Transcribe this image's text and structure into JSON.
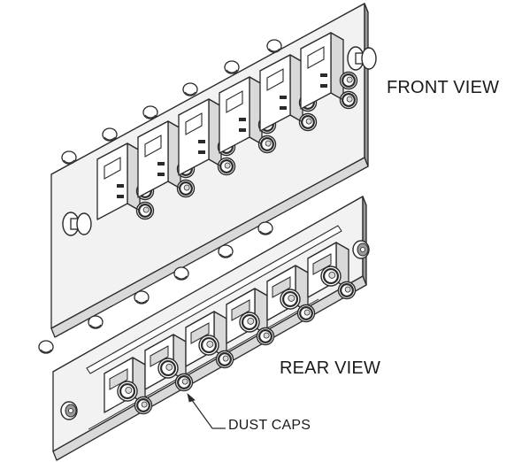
{
  "labels": {
    "front_view": "FRONT VIEW",
    "rear_view": "REAR VIEW",
    "dust_caps": "DUST CAPS"
  },
  "palette": {
    "stroke": "#2a2a2a",
    "panel": "#f2f2f2",
    "shade": "#d9d9d9",
    "dark": "#9a9a9a",
    "background": "#ffffff"
  },
  "diagram": {
    "front_panel_adapters": 6,
    "rear_panel_adapters": 6
  }
}
